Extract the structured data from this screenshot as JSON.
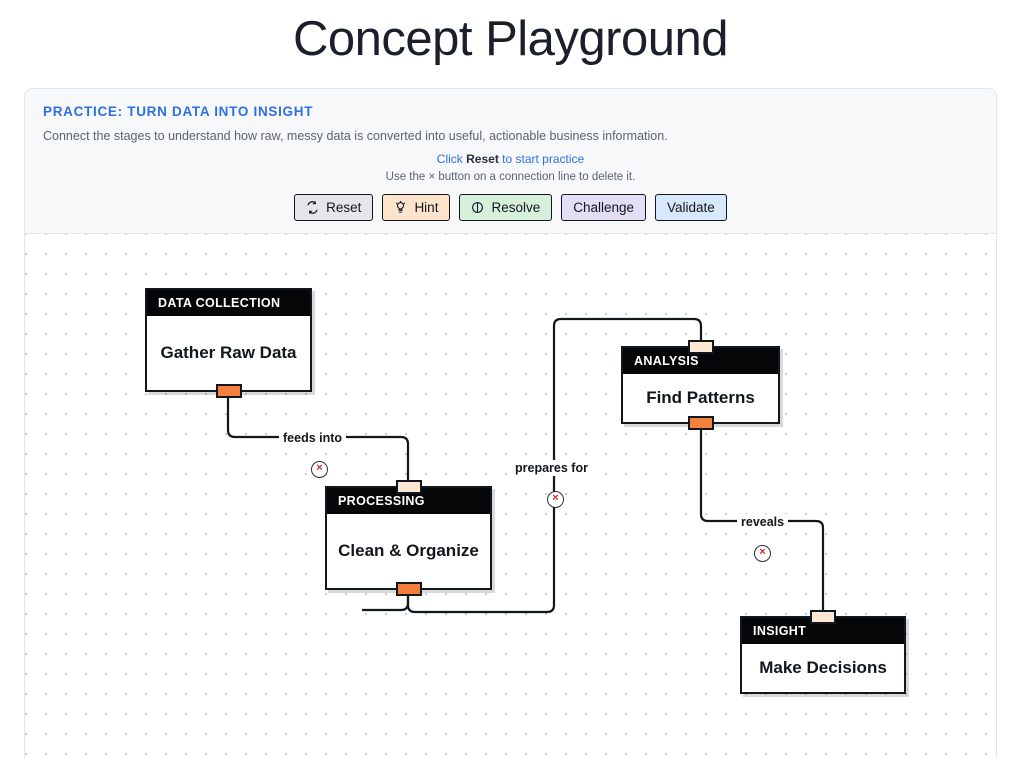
{
  "page": {
    "title": "Concept Playground"
  },
  "practice": {
    "heading": "PRACTICE: TURN DATA INTO INSIGHT",
    "description": "Connect the stages to understand how raw, messy data is converted into useful, actionable business information.",
    "hint_prefix": "Click",
    "hint_strong": "Reset",
    "hint_suffix": "to start practice",
    "subhint": "Use the × button on a connection line to delete it."
  },
  "toolbar": {
    "buttons": [
      {
        "label": "Reset",
        "icon": "refresh-icon",
        "color": "#e4e6e9"
      },
      {
        "label": "Hint",
        "icon": "lightbulb-icon",
        "color": "#fce3cb"
      },
      {
        "label": "Resolve",
        "icon": "half-circle-icon",
        "color": "#d6f0dc"
      },
      {
        "label": "Challenge",
        "icon": "none",
        "color": "#e3ddf6"
      },
      {
        "label": "Validate",
        "icon": "none",
        "color": "#d7e8fb"
      }
    ]
  },
  "canvas": {
    "nodes": [
      {
        "id": "collection",
        "header": "DATA COLLECTION",
        "body": "Gather Raw Data",
        "has_input": false,
        "has_output": true
      },
      {
        "id": "processing",
        "header": "PROCESSING",
        "body": "Clean & Organize",
        "has_input": true,
        "has_output": true
      },
      {
        "id": "analysis",
        "header": "ANALYSIS",
        "body": "Find Patterns",
        "has_input": true,
        "has_output": true
      },
      {
        "id": "insight",
        "header": "INSIGHT",
        "body": "Make Decisions",
        "has_input": true,
        "has_output": false
      }
    ],
    "connections": [
      {
        "id": "c1",
        "label": "feeds into",
        "from": "collection",
        "to": "processing",
        "delete_glyph": "×"
      },
      {
        "id": "c2",
        "label": "prepares for",
        "from": "processing",
        "to": "analysis",
        "delete_glyph": "×"
      },
      {
        "id": "c3",
        "label": "reveals",
        "from": "analysis",
        "to": "insight",
        "delete_glyph": "×"
      }
    ]
  },
  "colors": {
    "accent_blue": "#2f6fe4",
    "port_output": "#f5803e",
    "port_input": "#fde6d2",
    "node_header": "#050608",
    "delete_red": "#e02424",
    "panel_bg": "#f6f8fa"
  }
}
